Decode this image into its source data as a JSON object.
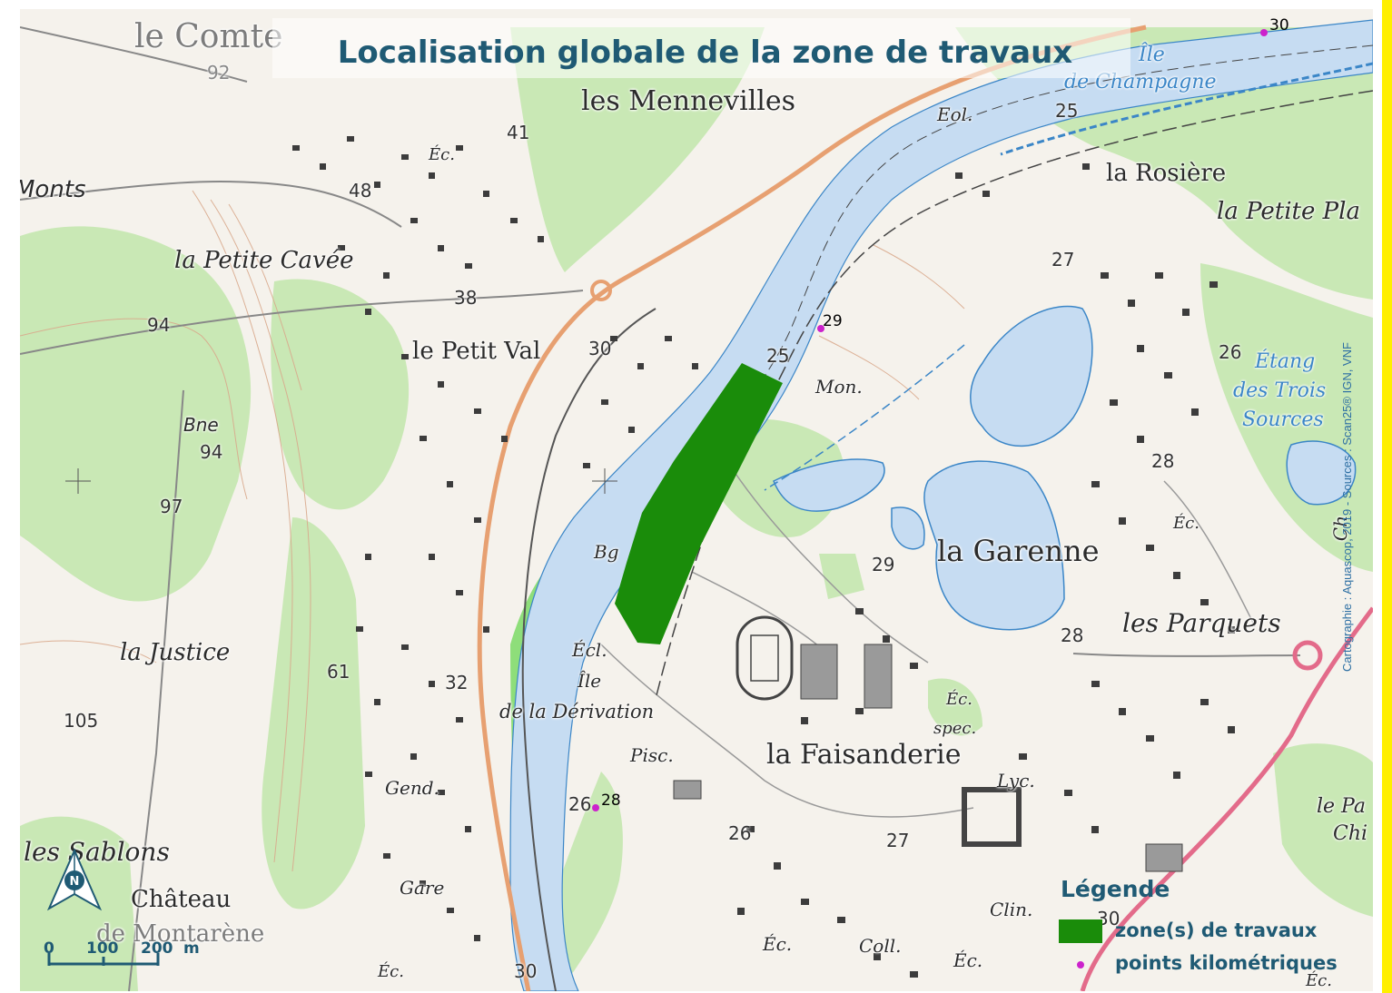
{
  "map": {
    "title": "Localisation globale de la zone de travaux",
    "credit": "Cartographie : Aquascop, 2019 - Sources : Scan25® IGN, VNF",
    "place_labels": [
      {
        "text": "le Comte",
        "style": "serif"
      },
      {
        "text": "les Mennevilles",
        "style": "serif"
      },
      {
        "text": "Île",
        "style": "italic-blue"
      },
      {
        "text": "de Champagne",
        "style": "italic-blue"
      },
      {
        "text": "Eol.",
        "style": "italic"
      },
      {
        "text": "la Rosière",
        "style": "serif"
      },
      {
        "text": "la Petite Pla",
        "style": "italic"
      },
      {
        "text": "Monts",
        "style": "italic"
      },
      {
        "text": "la Petite Cavée",
        "style": "italic"
      },
      {
        "text": "le Petit Val",
        "style": "serif"
      },
      {
        "text": "Mon.",
        "style": "italic"
      },
      {
        "text": "Étang",
        "style": "italic-blue"
      },
      {
        "text": "des Trois",
        "style": "italic-blue"
      },
      {
        "text": "Sources",
        "style": "italic-blue"
      },
      {
        "text": "Bne",
        "style": "italic"
      },
      {
        "text": "Éc.",
        "style": "italic"
      },
      {
        "text": "Bg",
        "style": "italic"
      },
      {
        "text": "la Garenne",
        "style": "serif"
      },
      {
        "text": "les Parquets",
        "style": "italic"
      },
      {
        "text": "la Justice",
        "style": "italic"
      },
      {
        "text": "Écl.",
        "style": "italic"
      },
      {
        "text": "Île",
        "style": "italic"
      },
      {
        "text": "de la Dérivation",
        "style": "italic"
      },
      {
        "text": "Éc.",
        "style": "italic"
      },
      {
        "text": "spec.",
        "style": "italic"
      },
      {
        "text": "Pisc.",
        "style": "italic"
      },
      {
        "text": "la Faisanderie",
        "style": "serif"
      },
      {
        "text": "Gend.",
        "style": "italic"
      },
      {
        "text": "Lyc.",
        "style": "italic"
      },
      {
        "text": "le Pa",
        "style": "italic"
      },
      {
        "text": "Chi",
        "style": "italic"
      },
      {
        "text": "les Sablons",
        "style": "italic"
      },
      {
        "text": "Château",
        "style": "serif"
      },
      {
        "text": "de Montarène",
        "style": "serif"
      },
      {
        "text": "Gare",
        "style": "italic"
      },
      {
        "text": "Clin.",
        "style": "italic"
      },
      {
        "text": "Éc.",
        "style": "italic"
      },
      {
        "text": "Coll.",
        "style": "italic"
      },
      {
        "text": "Éc.",
        "style": "italic"
      },
      {
        "text": "Éc.",
        "style": "italic"
      },
      {
        "text": "Ch",
        "style": "italic"
      }
    ],
    "elevations": [
      "92",
      "41",
      "48",
      "38",
      "94",
      "30",
      "25",
      "25",
      "27",
      "26",
      "94",
      "97",
      "28",
      "29",
      "28",
      "61",
      "32",
      "105",
      "26",
      "27",
      "30",
      "30",
      "Éc.",
      "Éc."
    ],
    "pk_points": [
      {
        "label": "30"
      },
      {
        "label": "29"
      },
      {
        "label": "28"
      }
    ],
    "pk_extra": "26"
  },
  "legend": {
    "title": "Légende",
    "work_zone_label": "zone(s) de travaux",
    "pk_label": "points kilométriques",
    "work_zone_color": "#1a8c0a",
    "pk_color": "#cc22cc"
  },
  "north_arrow": {
    "letter": "N"
  },
  "scale_bar": {
    "ticks": [
      "0",
      "100",
      "200"
    ],
    "unit": "m"
  },
  "colors": {
    "title": "#1f5a74",
    "water": "#c6dcf2",
    "forest": "#c9e8b5",
    "border": "#ffef00"
  }
}
